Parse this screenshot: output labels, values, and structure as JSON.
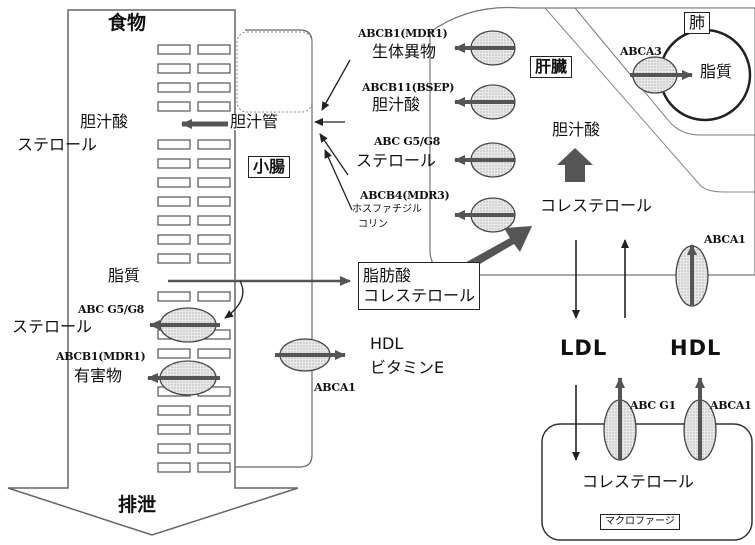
{
  "labels": {
    "food": "食物",
    "excretion": "排泄",
    "small_intestine": "小腸",
    "liver": "肝臓",
    "lung": "肺",
    "macrophage": "マクロファージ",
    "bile_acid_out": "胆汁酸",
    "sterol_out": "ステロール",
    "bile_duct": "胆汁管",
    "foreign_substance": "生体異物",
    "bile_acid_liver": "胆汁酸",
    "sterol_liver": "ステロール",
    "phosphatidyl": "ホスファチジル",
    "choline": "コリン",
    "bile_acid_center": "胆汁酸",
    "cholesterol_liver": "コレステロール",
    "lipid_intestine": "脂質",
    "fatty_acid": "脂肪酸",
    "cholesterol_box": "コレステロール",
    "sterol_intestine": "ステロール",
    "harmful_substance": "有害物",
    "hdl_small": "HDL",
    "vitamin_e": "ビタミンE",
    "ldl": "LDL",
    "hdl_big": "HDL",
    "cholesterol_macro": "コレステロール",
    "lung_lipid": "脂質"
  },
  "transporters": {
    "abcb1_liver": "ABCB1(MDR1)",
    "abcb11": "ABCB11(BSEP)",
    "abcg5g8_liver": "ABC G5/G8",
    "abcb4": "ABCB4(MDR3)",
    "abca3": "ABCA3",
    "abca1_liver": "ABCA1",
    "abcg5g8_int": "ABC G5/G8",
    "abcb1_int": "ABCB1(MDR1)",
    "abca1_int": "ABCA1",
    "abcg1": "ABC G1",
    "abca1_macro": "ABCA1"
  }
}
